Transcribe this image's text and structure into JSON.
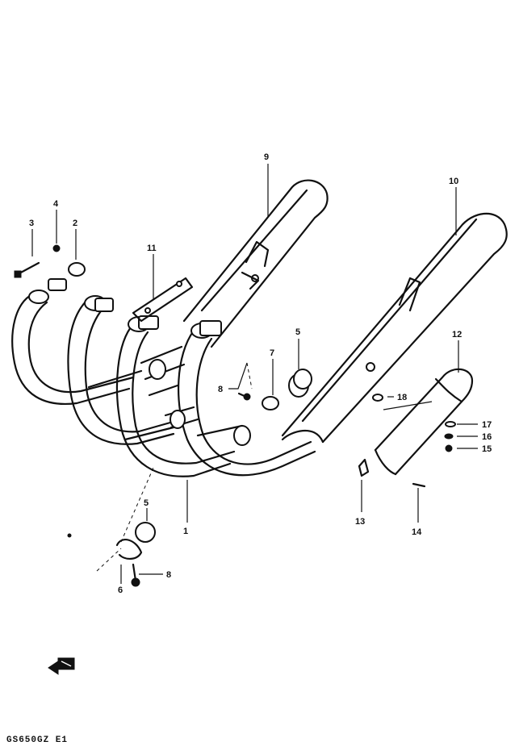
{
  "diagram": {
    "model_code": "GS650GZ E1",
    "callouts": {
      "c1": "1",
      "c2": "2",
      "c3": "3",
      "c4": "4",
      "c5a": "5",
      "c5b": "5",
      "c6": "6",
      "c7": "7",
      "c8a": "8",
      "c8b": "8",
      "c9": "9",
      "c10": "10",
      "c11": "11",
      "c12": "12",
      "c13": "13",
      "c14": "14",
      "c15": "15",
      "c16": "16",
      "c17": "17",
      "c18": "18"
    }
  }
}
